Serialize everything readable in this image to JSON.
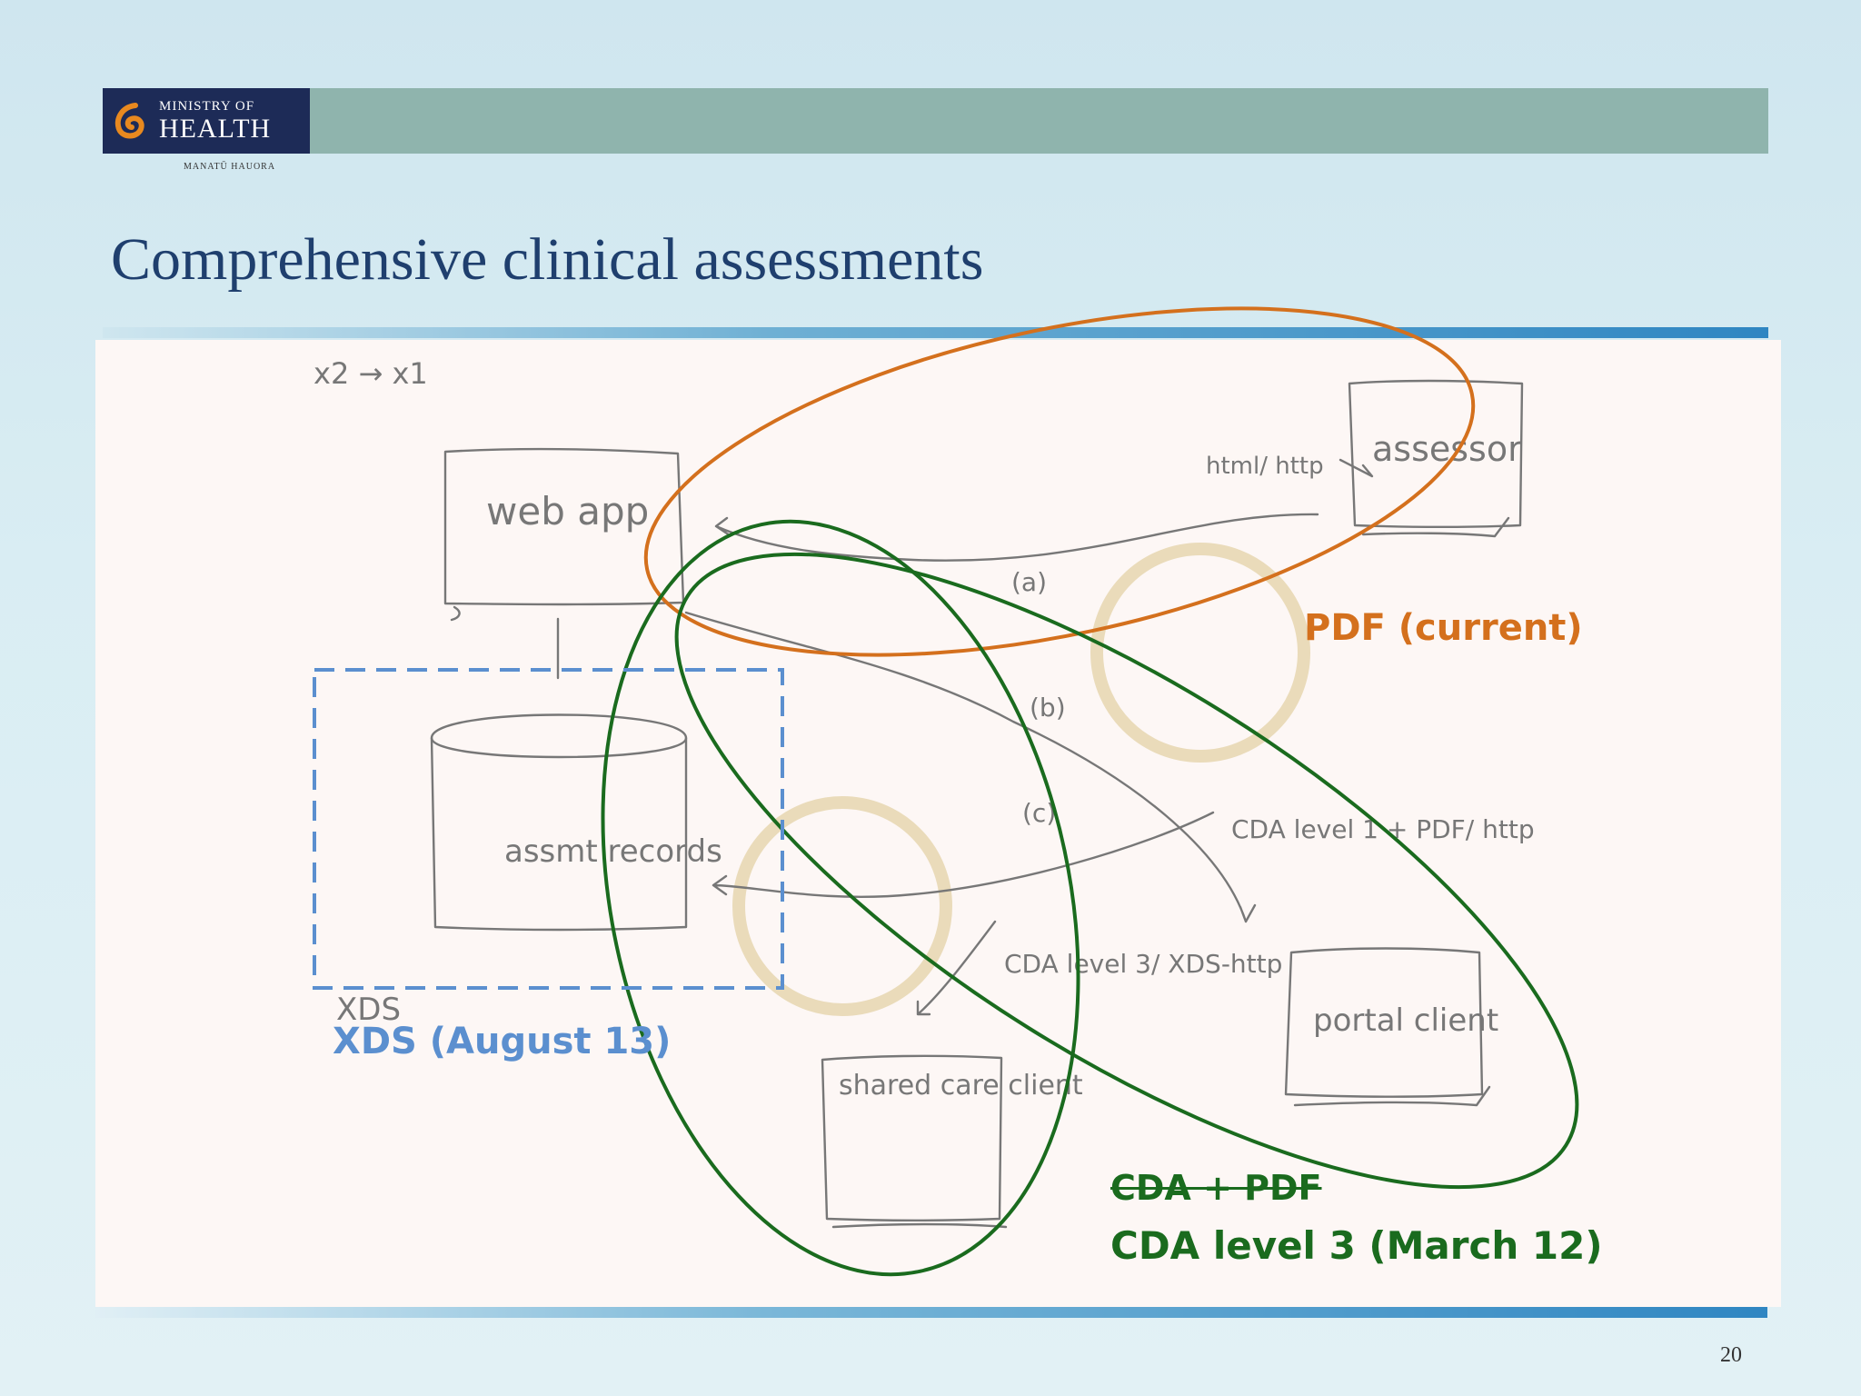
{
  "header": {
    "logo_line1": "MINISTRY OF",
    "logo_line2": "HEALTH",
    "logo_sub": "MANATŪ HAUORA"
  },
  "slide": {
    "title": "Comprehensive clinical assessments",
    "page_number": "20"
  },
  "sketch": {
    "scale_note": "x2 → x1",
    "boxes": [
      "web app",
      "assessor",
      "assmt records",
      "shared care client",
      "portal client"
    ],
    "box_xds_handwritten": "XDS",
    "flows": [
      "(a)",
      "(b)",
      "(c)"
    ],
    "flow_labels": [
      "html/ http",
      "CDA level 1 + PDF/ http",
      "CDA level 3/ XDS-http"
    ]
  },
  "annotations": {
    "pdf": "PDF (current)",
    "xds": "XDS (August 13)",
    "cda_struck": "CDA + PDF",
    "cda": "CDA level 3 (March 12)"
  },
  "colors": {
    "pdf": "#d4701d",
    "xds": "#5b8fcf",
    "cda": "#1a6b1e",
    "title": "#1f3f6e",
    "logo_bg": "#1d2b57",
    "header_bar": "#8fb4ad"
  }
}
